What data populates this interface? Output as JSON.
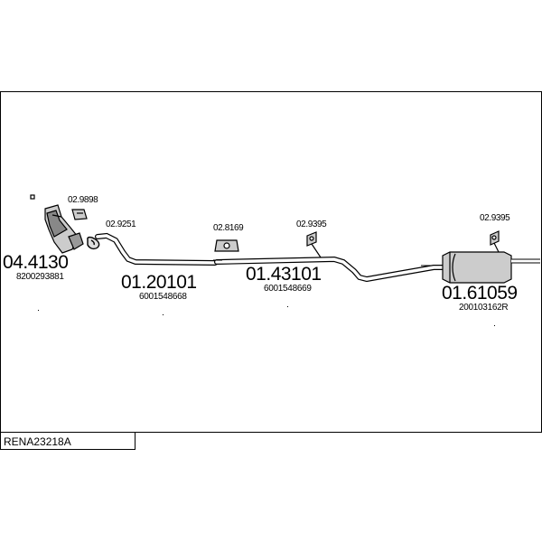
{
  "diagram_code": "RENA23218A",
  "parts": [
    {
      "number": "04.4130",
      "oe_number": "8200293881"
    },
    {
      "number": "01.20101",
      "oe_number": "6001548668"
    },
    {
      "number": "01.43101",
      "oe_number": "6001548669"
    },
    {
      "number": "01.61059",
      "oe_number": "200103162R"
    }
  ],
  "accessories": [
    "02.9898",
    "02.9251",
    "02.8169",
    "02.9395",
    "02.9395"
  ],
  "colors": {
    "line": "#000000",
    "background": "#ffffff",
    "part_fill": "#cccccc"
  }
}
